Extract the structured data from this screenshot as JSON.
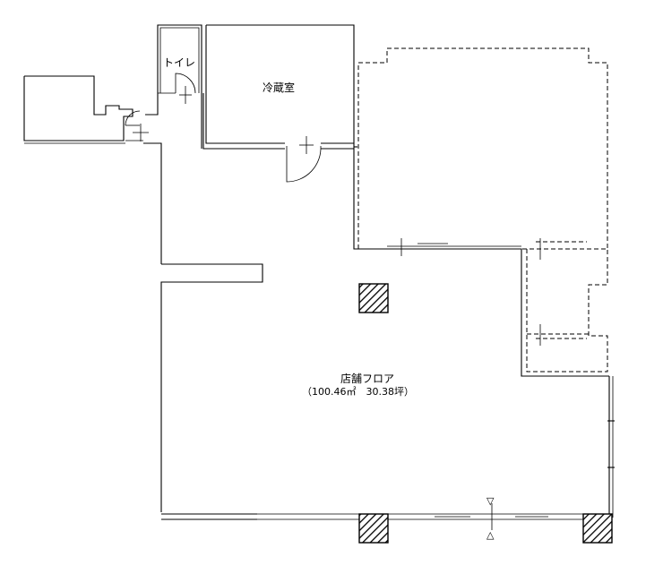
{
  "rooms": {
    "toilet": "トイレ",
    "cold_storage": "冷蔵室",
    "store_floor": "店舗フロア",
    "store_area": "（100.46㎡　30.38坪）"
  },
  "markers": {
    "entrance_top": "▽",
    "entrance_bottom": "△"
  }
}
